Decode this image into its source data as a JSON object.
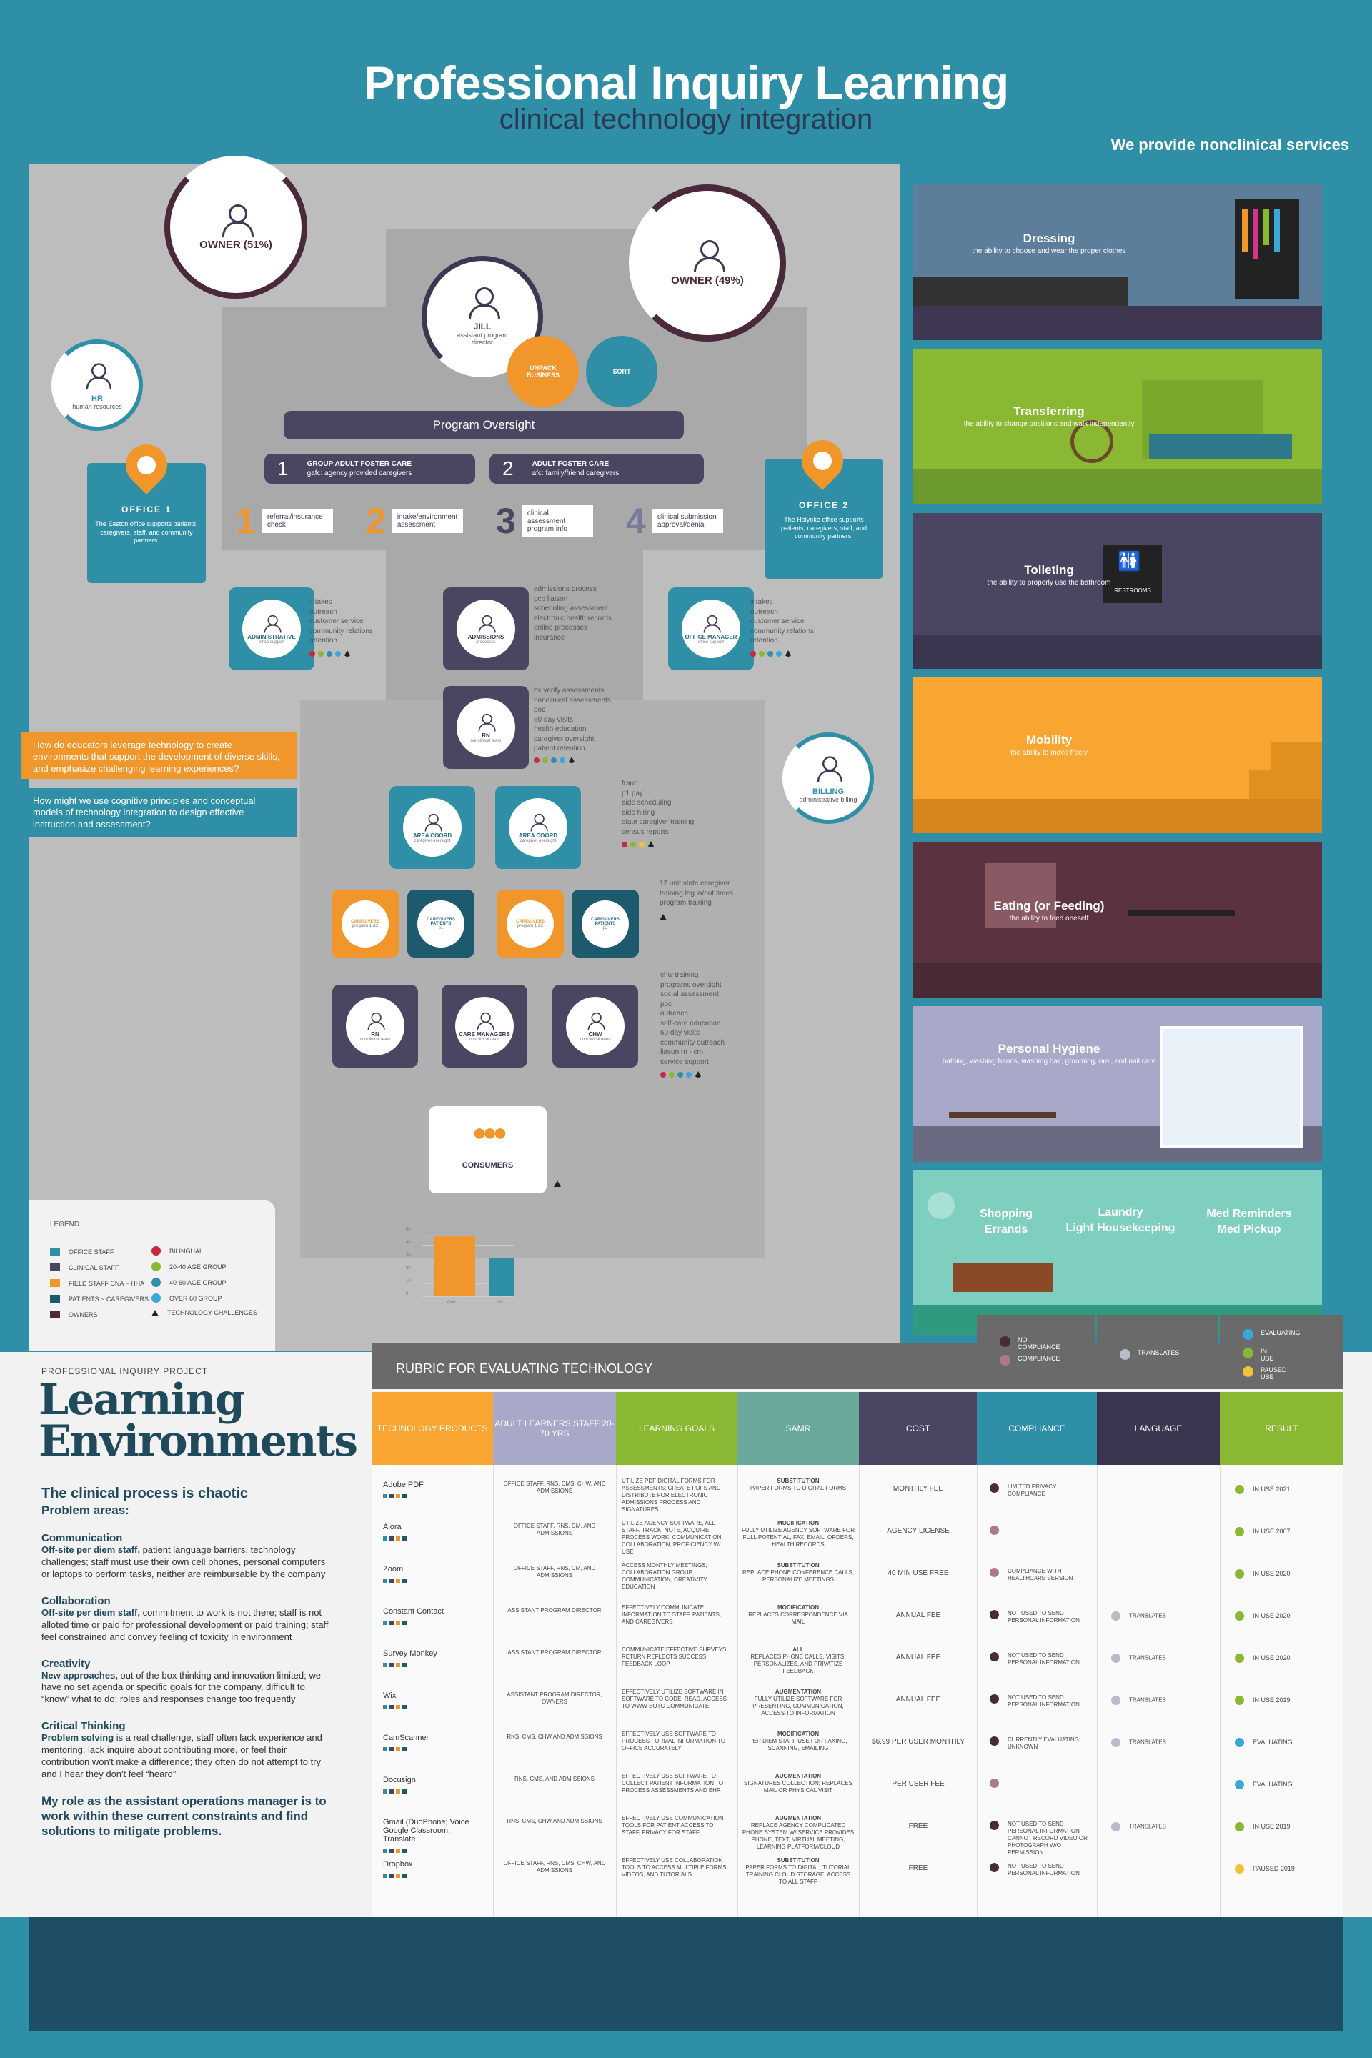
{
  "header": {
    "title": "Professional Inquiry Learning",
    "subtitle": "clinical technology integration",
    "services_heading": "We provide nonclinical services"
  },
  "org": {
    "owner1": "OWNER (51%)",
    "owner2": "OWNER (49%)",
    "jill": {
      "name": "JILL",
      "role": "assistant program director"
    },
    "unpack": "UNPACK BUSINESS",
    "sort": "SORT",
    "hr": {
      "name": "HR",
      "role": "human resources"
    },
    "oversight": "Program Oversight",
    "programs": [
      {
        "n": "1",
        "title": "GROUP ADULT FOSTER CARE",
        "desc": "gafc: agency provided caregivers"
      },
      {
        "n": "2",
        "title": "ADULT FOSTER CARE",
        "desc": "afc: family/friend caregivers"
      }
    ],
    "steps": [
      {
        "n": "1",
        "t": "referral/insurance check"
      },
      {
        "n": "2",
        "t": "intake/environment assessment"
      },
      {
        "n": "3",
        "t": "clinical assessment program info"
      },
      {
        "n": "4",
        "t": "clinical submission approval/denial"
      }
    ],
    "office1": {
      "name": "OFFICE 1",
      "desc": "The Easton office supports patients, caregivers, staff, and community partners."
    },
    "office2": {
      "name": "OFFICE 2",
      "desc": "The Holyoke office supports patients, caregivers, staff, and community partners."
    },
    "administrative": {
      "name": "ADMINISTRATIVE",
      "role": "office support"
    },
    "admissions": {
      "name": "ADMISSIONS",
      "role": "processes"
    },
    "office_manager": {
      "name": "OFFICE MANAGER",
      "role": "office support"
    },
    "rn1": {
      "name": "RN",
      "role": "nonclinical team"
    },
    "billing": {
      "name": "BILLING",
      "role": "administrative billing"
    },
    "area1": {
      "name": "AREA COORD",
      "role": "caregiver oversight"
    },
    "area2": {
      "name": "AREA COORD",
      "role": "caregiver oversight"
    },
    "cg1": {
      "name": "CAREGIVERS",
      "role": "program 1 &2"
    },
    "cgp1": {
      "name": "CAREGIVERS PATIENTS",
      "role": "p1"
    },
    "cg2": {
      "name": "CAREGIVERS",
      "role": "program 1 &2"
    },
    "cgp2": {
      "name": "CAREGIVERS PATIENTS",
      "role": "p2"
    },
    "rn2": {
      "name": "RN",
      "role": "nonclinical team"
    },
    "care_managers": {
      "name": "CARE MANAGERS",
      "role": "nonclinical team"
    },
    "chw": {
      "name": "CHW",
      "role": "nonclinical team"
    },
    "consumers": "CONSUMERS",
    "admin_notes": [
      "intakes",
      "outreach",
      "customer service",
      "community relations",
      "retention"
    ],
    "admissions_notes": [
      "admissions process",
      "pcp liaison",
      "scheduling assessment",
      "electronic health records",
      "online processes",
      "insurance"
    ],
    "office_manager_notes": [
      "intakes",
      "outreach",
      "customer service",
      "community relations",
      "retention"
    ],
    "rn_notes": [
      "hx verify assessments",
      "nonclinical assessments",
      "poc",
      "60 day visits",
      "health education",
      "caregiver oversight",
      "patient retention"
    ],
    "area_notes": [
      "fraud",
      "p1 pay",
      "aide scheduling",
      "aide hiring",
      "state caregiver training",
      "census reports"
    ],
    "cg_notes": [
      "12 unit state caregiver",
      "training log in/out times",
      "program training"
    ],
    "bottom_notes": [
      "chw training",
      "programs oversight",
      "social assessment",
      "poc",
      "outreach",
      "self-care education",
      "60 day visits",
      "community outreach",
      "liason rn - cm",
      "service support"
    ],
    "q1": "How do educators leverage technology to create environments that support the development of diverse skills, and emphasize challenging learning experiences?",
    "q2": "How might we use cognitive principles and conceptual models of technology integration to design effective instruction and assessment?"
  },
  "legend": {
    "title": "LEGEND",
    "items": [
      "OFFICE STAFF",
      "CLINICAL STAFF",
      "FIELD STAFF CNA ~ HHA",
      "PATIENTS ~ CAREGIVERS",
      "OWNERS"
    ],
    "dots": [
      "BILINGUAL",
      "20-40 AGE GROUP",
      "40-60 AGE GROUP",
      "OVER 60 GROUP",
      "TECHNOLOGY CHALLENGES"
    ],
    "chart_labels": [
      "50",
      "40",
      "30",
      "20",
      "10",
      "0",
      "Gafc",
      "Afc"
    ]
  },
  "services": [
    {
      "title": "Dressing",
      "desc": "the ability to choose and wear the proper clothes"
    },
    {
      "title": "Transferring",
      "desc": "the ability to change positions and walk independently"
    },
    {
      "title": "Toileting",
      "desc": "the ability to properly use the bathroom",
      "sign": "RESTROOMS"
    },
    {
      "title": "Mobility",
      "desc": "the ability to move freely"
    },
    {
      "title": "Eating (or Feeding)",
      "desc": "the ability to feed oneself"
    },
    {
      "title": "Personal Hygiene",
      "desc": "bathing, washing hands, washing hair, grooming, oral, and nail care"
    },
    {
      "t1": "Shopping",
      "t2": "Errands",
      "t3": "Laundry",
      "t4": "Light Housekeeping",
      "t5": "Med Reminders",
      "t6": "Med Pickup"
    }
  ],
  "bottom": {
    "label": "PROFESSIONAL INQUIRY PROJECT",
    "title1": "Learning",
    "title2": "Environments",
    "heading": "The clinical process is chaotic",
    "problem": "Problem areas:",
    "sections": [
      {
        "h": "Communication",
        "b1": "Off-site per diem staff,",
        "b2": " patient language barriers, technology challenges; staff must use their own cell phones, personal computers or laptops to perform tasks, neither are reimbursable by the company"
      },
      {
        "h": "Collaboration",
        "b1": "Off-site per diem staff,",
        "b2": " commitment to work is not there; staff is not alloted time or paid for professional development or paid training; staff feel constrained and convey feeling of toxicity in environment"
      },
      {
        "h": "Creativity",
        "b1": "New approaches,",
        "b2": " out of the box thinking and innovation limited; we have no set agenda or specific goals for the company, difficult to “know” what to do; roles and responses change too frequently"
      },
      {
        "h": "Critical Thinking",
        "b1": "Problem solving",
        "b2": " is a real challenge, staff often lack experience and mentoring; lack inquire about contributing more, or feel their contribution won't make a difference; they often do not attempt to try and I hear they don't feel “heard”"
      }
    ],
    "role": "My role as the assistant operations manager is to work within these current constraints and find solutions to mitigate problems."
  },
  "rubric": {
    "title": "RUBRIC FOR EVALUATING TECHNOLOGY",
    "legend1": [
      "NO COMPLIANCE",
      "COMPLIANCE"
    ],
    "legend2": [
      "TRANSLATES"
    ],
    "legend3": [
      "EVALUATING",
      "IN USE",
      "PAUSED USE"
    ],
    "headers": [
      "TECHNOLOGY PRODUCTS",
      "ADULT LEARNERS STAFF 20-70 YRS",
      "LEARNING GOALS",
      "SAMR",
      "COST",
      "COMPLIANCE",
      "LANGUAGE",
      "RESULT"
    ],
    "rows": [
      {
        "p": "Adobe PDF",
        "staff": "OFFICE STAFF, RNS, CMS, CHW, AND ADMISSIONS",
        "goal": "UTILIZE PDF DIGITAL FORMS FOR ASSESSMENTS; CREATE PDFS AND DISTRIBUTE FOR ELECTRONIC ADMISSIONS PROCESS AND SIGNATURES",
        "samr_h": "SUBSTITUTION",
        "samr": "PAPER FORMS TO DIGITAL FORMS",
        "cost": "MONTHLY FEE",
        "comp": "LIMITED PRIVACY COMPLIANCE",
        "lang": "",
        "res": "IN USE 2021"
      },
      {
        "p": "Alora",
        "staff": "OFFICE STAFF, RNS, CM, AND ADMISSIONS",
        "goal": "UTILIZE AGENCY SOFTWARE, ALL STAFF, TRACK, NOTE, ACQUIRE, PROCESS WORK, COMMUNICATION, COLLABORATION, PROFICIENCY W/ USE",
        "samr_h": "MODIFICATION",
        "samr": "FULLY UTILIZE AGENCY SOFTWARE FOR FULL POTENTIAL, FAX, EMAIL, ORDERS, HEALTH RECORDS",
        "cost": "AGENCY LICENSE",
        "comp": "",
        "lang": "",
        "res": "IN USE 2007"
      },
      {
        "p": "Zoom",
        "staff": "OFFICE STAFF, RNS, CM, AND ADMISSIONS",
        "goal": "ACCESS MONTHLY MEETINGS; COLLABORATION GROUP, COMMUNICATION, CREATIVITY, EDUCATION",
        "samr_h": "SUBSTITUTION",
        "samr": "REPLACE PHONE CONFERENCE CALLS, PERSONALIZE MEETINGS",
        "cost": "40 MIN USE FREE",
        "comp": "COMPLIANCE WITH HEALTHCARE VERSION",
        "lang": "",
        "res": "IN USE 2020"
      },
      {
        "p": "Constant Contact",
        "staff": "ASSISTANT PROGRAM DIRECTOR",
        "goal": "EFFECTIVELY COMMUNICATE INFORMATION TO STAFF, PATIENTS, AND CAREGIVERS",
        "samr_h": "MODIFICATION",
        "samr": "REPLACES CORRESPONDENCE VIA MAIL",
        "cost": "ANNUAL FEE",
        "comp": "NOT USED TO SEND PERSONAL INFORMATION",
        "lang": "TRANSLATES",
        "res": "IN USE 2020"
      },
      {
        "p": "Survey Monkey",
        "staff": "ASSISTANT PROGRAM DIRECTOR",
        "goal": "COMMUNICATE EFFECTIVE SURVEYS; RETURN REFLECTS SUCCESS, FEEDBACK LOOP",
        "samr_h": "ALL",
        "samr": "REPLACES PHONE CALLS, VISITS, PERSONALIZES, AND PRIVATIZE FEEDBACK",
        "cost": "ANNUAL FEE",
        "comp": "NOT USED TO SEND PERSONAL INFORMATION",
        "lang": "TRANSLATES",
        "res": "IN USE 2020"
      },
      {
        "p": "Wix",
        "staff": "ASSISTANT PROGRAM DIRECTOR, OWNERS",
        "goal": "EFFECTIVELY UTILIZE SOFTWARE IN SOFTWARE TO CODE, READ, ACCESS TO WWW BOTC COMMUNICATE",
        "samr_h": "AUGMENTATION",
        "samr": "FULLY UTILIZE SOFTWARE FOR PRESENTING, COMMUNICATION, ACCESS TO INFORMATION",
        "cost": "ANNUAL FEE",
        "comp": "NOT USED TO SEND PERSONAL INFORMATION",
        "lang": "TRANSLATES",
        "res": "IN USE 2019"
      },
      {
        "p": "CamScanner",
        "staff": "RNS, CMS, CHW AND ADMISSIONS",
        "goal": "EFFECTIVELY USE SOFTWARE TO PROCESS FORMAL INFORMATION TO OFFICE ACCURATELY",
        "samr_h": "MODIFICATION",
        "samr": "PER DIEM STAFF USE FOR FAXING, SCANNING, EMAILING",
        "cost": "$6.99 PER USER MONTHLY",
        "comp": "CURRENTLY EVALUATING; UNKNOWN",
        "lang": "TRANSLATES",
        "res": "EVALUATING"
      },
      {
        "p": "Docusign",
        "staff": "RNS, CMS, AND ADMISSIONS",
        "goal": "EFFECTIVELY USE SOFTWARE TO COLLECT PATIENT INFORMATION TO PROCESS ASSESSMENTS AND EHR",
        "samr_h": "AUGMENTATION",
        "samr": "SIGNATURES COLLECTION; REPLACES MAIL OR PHYSICAL VISIT",
        "cost": "PER USER FEE",
        "comp": "",
        "lang": "",
        "res": "EVALUATING"
      },
      {
        "p": "Gmail (DuoPhone; Voice Google Classroom, Translate",
        "staff": "RNS, CMS, CHW AND ADMISSIONS",
        "goal": "EFFECTIVELY USE COMMUNICATION TOOLS FOR PATIENT ACCESS TO STAFF, PRIVACY FOR STAFF;",
        "samr_h": "AUGMENTATION",
        "samr": "REPLACE AGENCY COMPLICATED PHONE SYSTEM W/ SERVICE PROVIDES PHONE, TEXT, VIRTUAL MEETING, LEARNING PLATFORM/CLOUD",
        "cost": "FREE",
        "comp": "NOT USED TO SEND PERSONAL INFORMATION CANNOT RECORD VIDEO OR PHOTOGRAPH W/O PERMISSION",
        "lang": "TRANSLATES",
        "res": "IN USE 2019"
      },
      {
        "p": "Dropbox",
        "staff": "OFFICE STAFF, RNS, CMS, CHW, AND ADMISSIONS",
        "goal": "EFFECTIVELY USE COLLABORATION TOOLS TO ACCESS MULTIPLE FORMS, VIDEOS, AND TUTORIALS",
        "samr_h": "SUBSTITUTION",
        "samr": "PAPER FORMS TO DIGITAL, TUTORIAL TRAINING CLOUD STORAGE, ACCESS TO ALL STAFF",
        "cost": "FREE",
        "comp": "NOT USED TO SEND PERSONAL INFORMATION",
        "lang": "",
        "res": "PAUSED 2019"
      }
    ]
  }
}
